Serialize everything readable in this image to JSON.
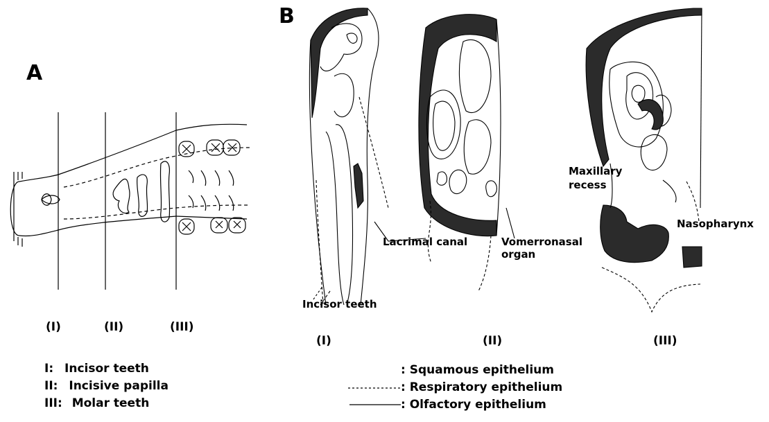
{
  "panels": {
    "a": {
      "letter": "A"
    },
    "b": {
      "letter": "B"
    }
  },
  "panel_a": {
    "section_labels": [
      "(I)",
      "(II)",
      "(III)"
    ],
    "legend": [
      {
        "key": "I:",
        "text": "Incisor teeth"
      },
      {
        "key": "II:",
        "text": "Incisive papilla"
      },
      {
        "key": "III:",
        "text": "Molar teeth"
      }
    ]
  },
  "panel_b": {
    "section_labels": [
      "(I)",
      "(II)",
      "(III)"
    ],
    "labels": {
      "incisor_teeth": "Incisor teeth",
      "lacrimal_canal": "Lacrimal canal",
      "vomeronasal_line1": "Vomerronasal",
      "vomeronasal_line2": "organ",
      "maxillary_line1": "Maxillary",
      "maxillary_line2": "recess",
      "nasopharynx": "Nasopharynx"
    },
    "epithelium_legend": [
      {
        "text": ": Squamous epithelium",
        "style": "solid-fill"
      },
      {
        "text": ": Respiratory epithelium",
        "style": "dashed"
      },
      {
        "text": ": Olfactory epithelium",
        "style": "solid"
      }
    ]
  },
  "colors": {
    "ink": "#000000",
    "squamous_fill": "#2b2b2b",
    "background": "#ffffff"
  }
}
